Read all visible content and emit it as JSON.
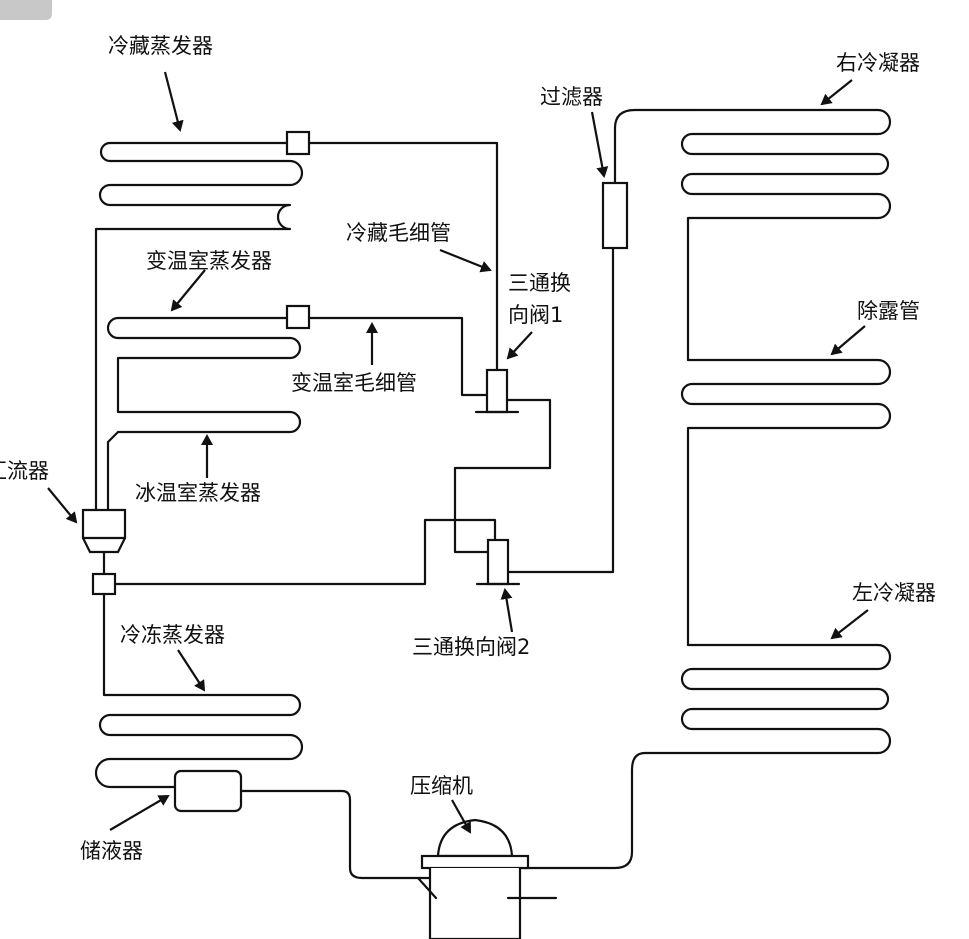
{
  "labels": {
    "fridge_evaporator": "冷藏蒸发器",
    "variable_evaporator": "变温室蒸发器",
    "ice_evaporator": "冰温室蒸发器",
    "freezer_evaporator": "冷冻蒸发器",
    "accumulator": "汇流器",
    "receiver": "储液器",
    "filter": "过滤器",
    "fridge_capillary": "冷藏毛细管",
    "variable_capillary": "变温室毛细管",
    "valve1_line1": "三通换",
    "valve1_line2": "向阀1",
    "valve2": "三通换向阀2",
    "right_condenser": "右冷凝器",
    "defrost_pipe": "除露管",
    "left_condenser": "左冷凝器",
    "compressor": "压缩机"
  },
  "colors": {
    "line": "#111111",
    "background": "#ffffff"
  }
}
